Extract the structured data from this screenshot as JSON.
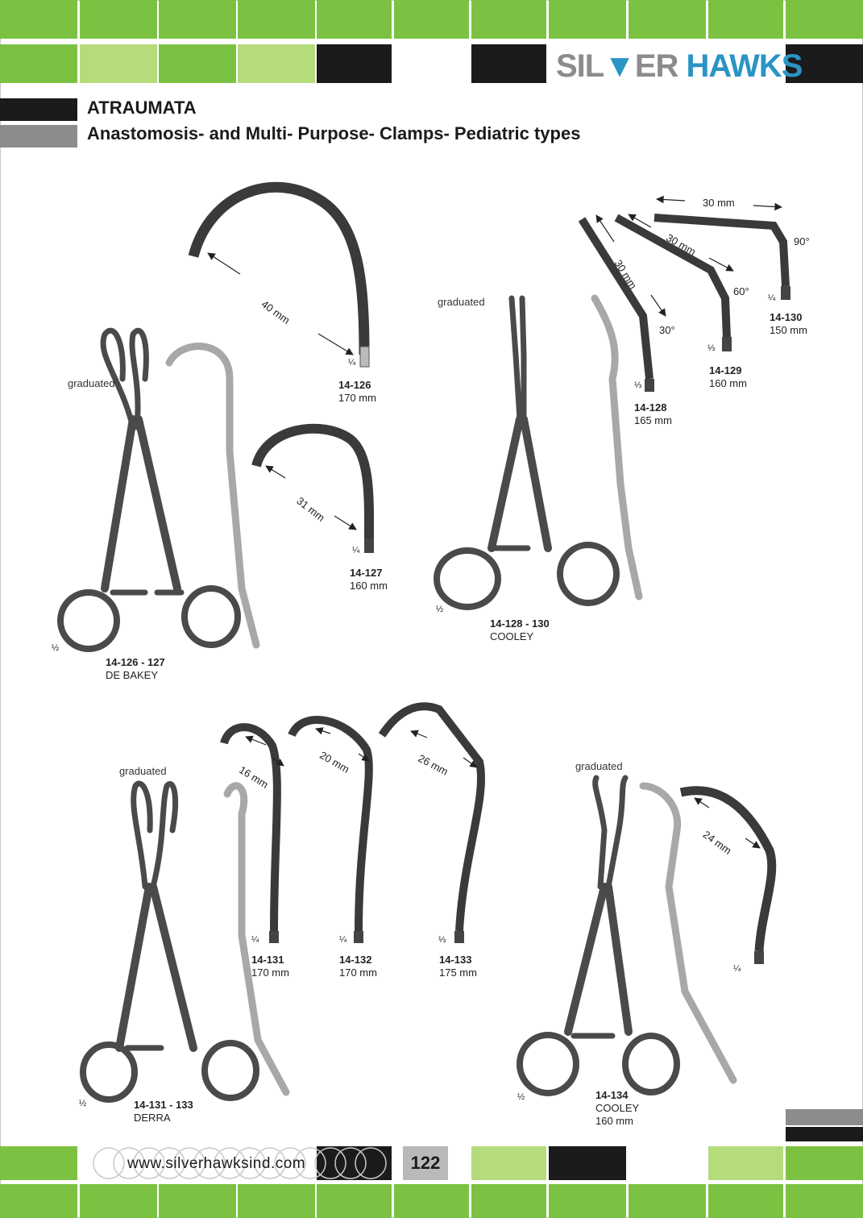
{
  "brand": {
    "logo_part1": "SIL",
    "logo_part2": "ER",
    "logo_part3": "HAWKS",
    "colors": {
      "green": "#7cc242",
      "light_green": "#b6db7b",
      "black": "#1b1b1b",
      "grey": "#8c8c8c",
      "blue": "#2a94c5"
    }
  },
  "header": {
    "title": "ATRAUMATA",
    "subtitle": "Anastomosis- and Multi- Purpose- Clamps- Pediatric types"
  },
  "labels": {
    "graduated": "graduated",
    "half": "½",
    "quarter": "¼",
    "third": "⅓"
  },
  "products": {
    "p14126": {
      "code": "14-126",
      "size": "170 mm",
      "jaw": "40 mm"
    },
    "p14127": {
      "code": "14-127",
      "size": "160 mm",
      "jaw": "31 mm"
    },
    "p14126_127": {
      "code": "14-126 - 127",
      "name": "DE BAKEY"
    },
    "p14128": {
      "code": "14-128",
      "size": "165 mm",
      "jaw": "30 mm",
      "angle": "30°"
    },
    "p14129": {
      "code": "14-129",
      "size": "160 mm",
      "jaw": "30 mm",
      "angle": "60°"
    },
    "p14130": {
      "code": "14-130",
      "size": "150 mm",
      "jaw": "30 mm",
      "angle": "90°"
    },
    "p14128_130": {
      "code": "14-128 - 130",
      "name": "COOLEY"
    },
    "p14131": {
      "code": "14-131",
      "size": "170 mm",
      "jaw": "16 mm"
    },
    "p14132": {
      "code": "14-132",
      "size": "170 mm",
      "jaw": "20 mm"
    },
    "p14133": {
      "code": "14-133",
      "size": "175 mm",
      "jaw": "26 mm"
    },
    "p14131_133": {
      "code": "14-131 - 133",
      "name": "DERRA"
    },
    "p14134": {
      "code": "14-134",
      "name": "COOLEY",
      "size": "160 mm",
      "jaw": "24 mm"
    }
  },
  "footer": {
    "url": "www.silverhawksind.com",
    "page": "122"
  },
  "icons": [
    "clamp-illustration",
    "jaw-illustration",
    "arrow-icon"
  ]
}
